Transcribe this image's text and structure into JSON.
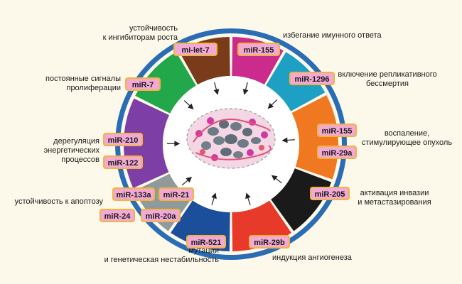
{
  "colors": {
    "ring_outer": "#2a6db5",
    "ring_white": "#ffffff",
    "seg_purple": "#9b59b6",
    "seg_brown": "#7a3b1a",
    "seg_magenta": "#cc2b8e",
    "seg_teal": "#1ea0c4",
    "seg_orange": "#f07820",
    "seg_black": "#1a1a1a",
    "seg_red": "#e83a2b",
    "seg_blue": "#1b4f9c",
    "seg_gray": "#8e9a9b",
    "seg_purple2": "#7d3fa5",
    "seg_green": "#22a84a",
    "mirna_fill": "#f2a9d4",
    "mirna_border": "#f2b43a"
  },
  "labels": {
    "growth_suppressors": "устойчивость\nк ингибиторам роста",
    "immune_evasion": "избегание имунного ответа",
    "replicative_immortality": "включение репликативного\nбессмертия",
    "proliferative_signaling": "постоянные сигналы\nпролиферации",
    "energetics": "дерегуляция\nэнергетических процессов",
    "inflammation": "воспаление,\nстимулирующее опухоль",
    "apoptosis": "устойчивость к апоптозу",
    "invasion": "активация инвазии\nи метастазирования",
    "mutations": "мутации\nи генетическая нестабильность",
    "angiogenesis": "индукция ангиогенеза"
  },
  "mirnas": {
    "let7": "mi-let-7",
    "mir155_top": "miR-155",
    "mir1296": "miR-1296",
    "mir7": "miR-7",
    "mir210": "miR-210",
    "mir122": "miR-122",
    "mir155_right": "miR-155",
    "mir29a": "miR-29a",
    "mir133a": "miR-133a",
    "mir21": "miR-21",
    "mir24": "miR-24",
    "mir20a": "miR-20a",
    "mir205": "miR-205",
    "mir521": "miR-521",
    "mir29b": "miR-29b"
  }
}
